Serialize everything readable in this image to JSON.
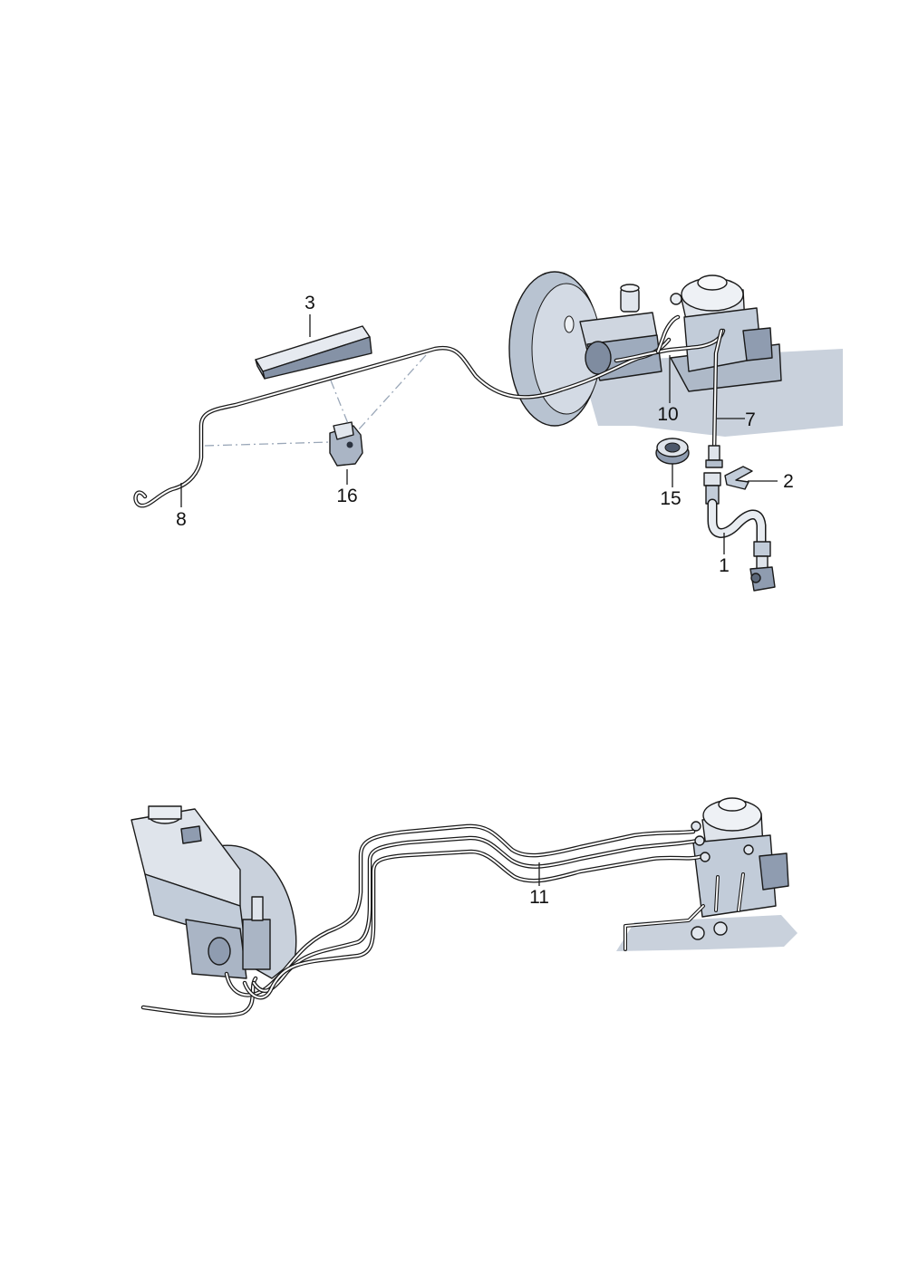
{
  "callouts": {
    "c1": "1",
    "c2": "2",
    "c3": "3",
    "c7": "7",
    "c8": "8",
    "c10": "10",
    "c11": "11",
    "c15": "15",
    "c16": "16"
  },
  "colors": {
    "line": "#1a1a1a",
    "part_light": "#d9dfe8",
    "part_mid": "#b4bfcd",
    "part_dark": "#7f8ca0",
    "shadow": "#c3ccd8",
    "dashdot": "#9aa7b8"
  }
}
